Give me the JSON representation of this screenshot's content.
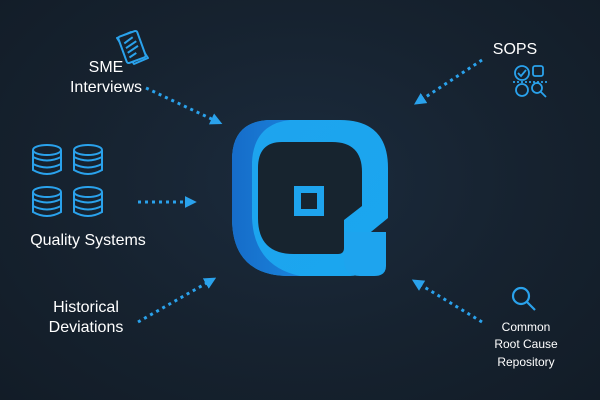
{
  "colors": {
    "background": "#16222f",
    "accent": "#2aa2ec",
    "logo_light": "#1ea4ee",
    "logo_dark": "#1566c5",
    "text": "#ffffff"
  },
  "hub": {
    "icon": "logo-mark-icon"
  },
  "sources": {
    "sme": {
      "line1": "SME",
      "line2": "Interviews",
      "icon": "documents-icon"
    },
    "sops": {
      "label": "SOPS",
      "icon": "process-tools-icon"
    },
    "quality": {
      "label": "Quality Systems",
      "icon": "database-stack-icon"
    },
    "historical": {
      "line1": "Historical",
      "line2": "Deviations"
    },
    "rootcause": {
      "line1": "Common",
      "line2": "Root Cause",
      "line3": "Repository",
      "icon": "magnifier-icon"
    }
  }
}
